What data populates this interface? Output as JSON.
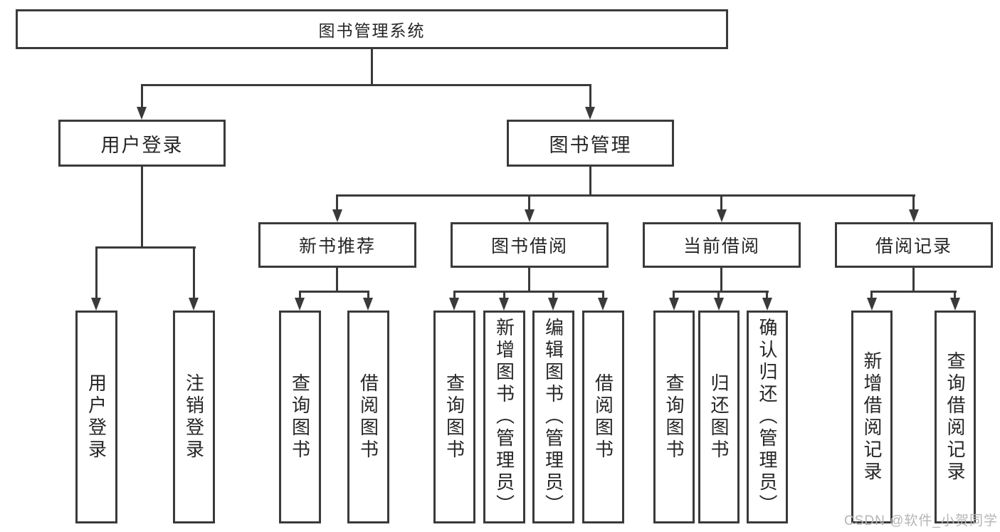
{
  "nodes": {
    "root": "图书管理系统",
    "level2": {
      "user_login": "用户登录",
      "book_mgmt": "图书管理"
    },
    "level3": {
      "new_book": "新书推荐",
      "book_borrow": "图书借阅",
      "current_borrow": "当前借阅",
      "borrow_records": "借阅记录"
    }
  },
  "leaves": {
    "user_login": [
      "用户登录",
      "注销登录"
    ],
    "new_book": [
      "查询图书",
      "借阅图书"
    ],
    "book_borrow": [
      "查询图书",
      "新增图书（管理员）",
      "编辑图书（管理员）",
      "借阅图书"
    ],
    "current_borrow": [
      "查询图书",
      "归还图书",
      "确认归还（管理员）"
    ],
    "borrow_records": [
      "新增借阅记录",
      "查询借阅记录"
    ]
  },
  "watermark": "CSDN @软件_小贺同学",
  "colors": {
    "line": "#3a3a3a",
    "text": "#262626",
    "watermark": "#b5b5b5",
    "background": "#ffffff"
  }
}
